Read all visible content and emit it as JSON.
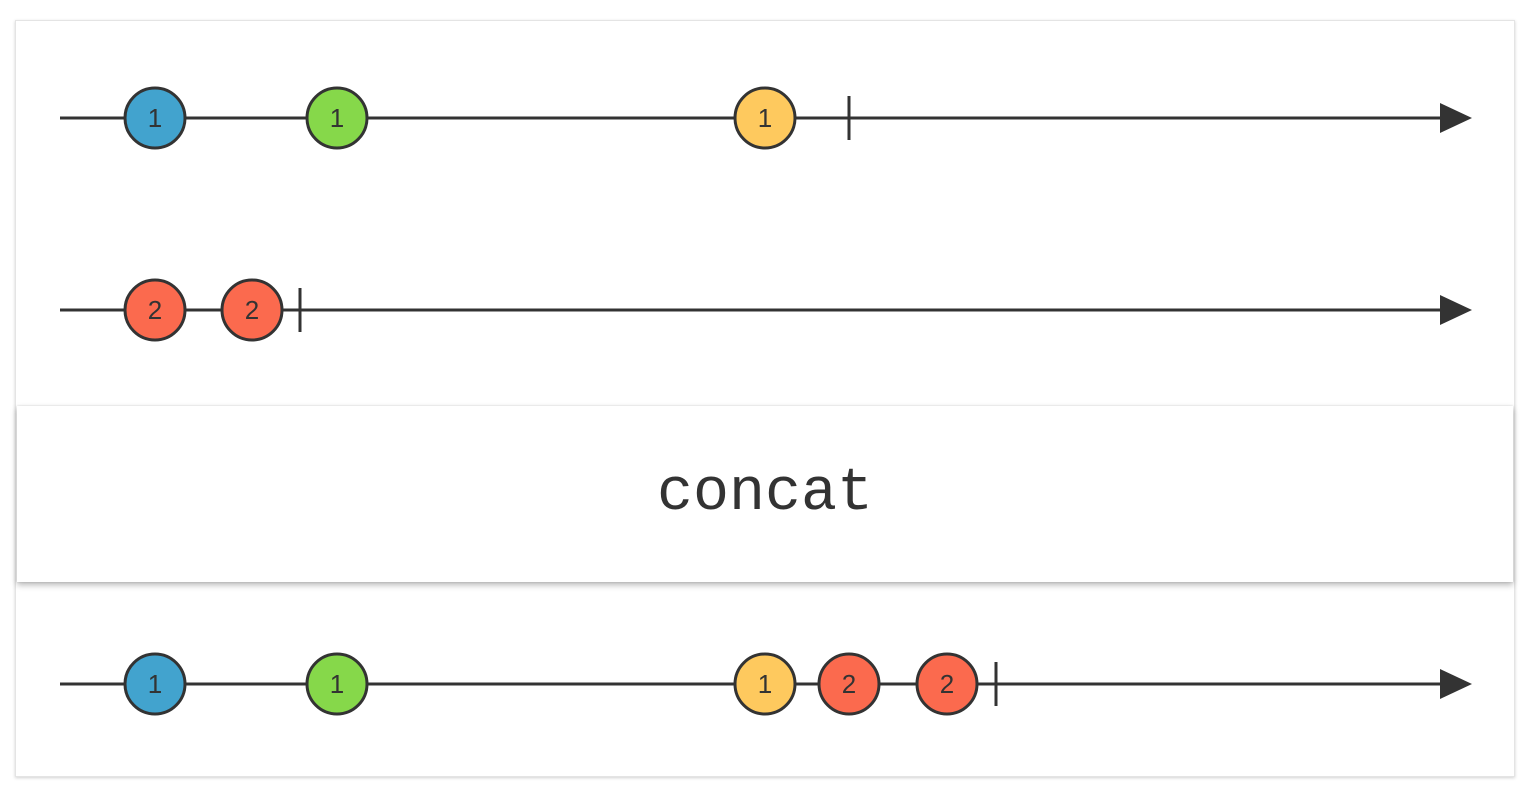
{
  "operator": "concat",
  "colors": {
    "blue": "#42a3ce",
    "green": "#86d84a",
    "yellow": "#fec95e",
    "red": "#fb6a4e",
    "line": "#333333"
  },
  "timelines": [
    {
      "name": "input-1",
      "events": [
        {
          "label": "1",
          "color": "blue"
        },
        {
          "label": "1",
          "color": "green"
        },
        {
          "label": "1",
          "color": "yellow"
        }
      ]
    },
    {
      "name": "input-2",
      "events": [
        {
          "label": "2",
          "color": "red"
        },
        {
          "label": "2",
          "color": "red"
        }
      ]
    },
    {
      "name": "output",
      "events": [
        {
          "label": "1",
          "color": "blue"
        },
        {
          "label": "1",
          "color": "green"
        },
        {
          "label": "1",
          "color": "yellow"
        },
        {
          "label": "2",
          "color": "red"
        },
        {
          "label": "2",
          "color": "red"
        }
      ]
    }
  ]
}
